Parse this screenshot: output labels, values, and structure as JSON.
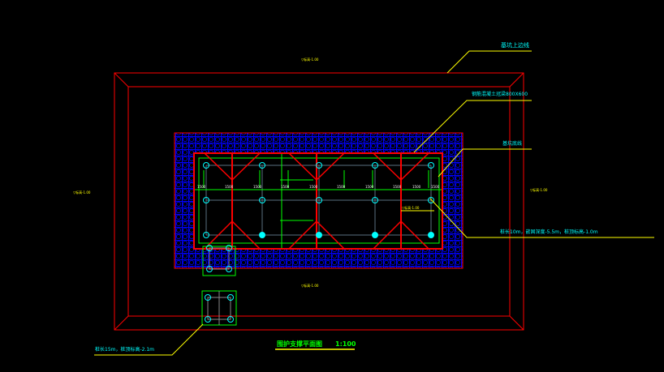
{
  "drawing": {
    "title": "围护支撑平面图",
    "scale": "1:100",
    "callouts": {
      "excavation_top_edge": "基坑上边线",
      "crown_beam": "钢筋混凝土冠梁800X600",
      "excavation_bottom": "基坑底线",
      "pile_spec_main": "桩长10m，嵌固深度-5.5m，桩顶标高-1.0m",
      "pile_spec_pit": "桩长15m，桩顶标高-2.1m"
    },
    "elevation_marks": [
      "▽标高-1.00",
      "▽标高-1.00",
      "▽标高-1.00",
      "▽标高-1.00",
      "▽标高-1.00"
    ],
    "dimensions": [
      "1500",
      "1500",
      "1500",
      "1500",
      "1500",
      "1500",
      "1500",
      "1500",
      "1500",
      "1500"
    ],
    "colors": {
      "outline": "#ff0000",
      "hatch": "#0000ff",
      "beam": "#00ff00",
      "pile": "#00ffff",
      "leader": "#ffff00"
    }
  }
}
